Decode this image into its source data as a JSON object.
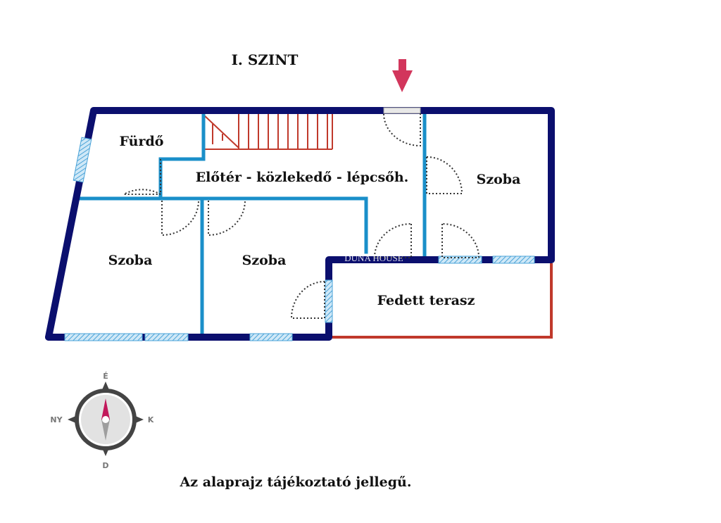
{
  "plan": {
    "level_title": "I. SZINT",
    "rooms": {
      "bathroom": "Fürdő",
      "hallway": "Előtér - közlekedő - lépcsőh.",
      "room_right": "Szoba",
      "room_left": "Szoba",
      "room_middle": "Szoba",
      "terrace": "Fedett terasz"
    },
    "watermark": "DUNA HOUSE",
    "compass": {
      "north": "É",
      "south": "D",
      "east": "K",
      "west": "NY"
    },
    "disclaimer": "Az alaprajz tájékoztató jellegű.",
    "colors": {
      "outer_wall": "#0b0f6e",
      "inner_wall": "#1a8fc9",
      "stairs": "#c0392b",
      "terrace_rail": "#c0392b",
      "entrance_arrow": "#d2365c",
      "window": "#8ec9ea"
    }
  }
}
